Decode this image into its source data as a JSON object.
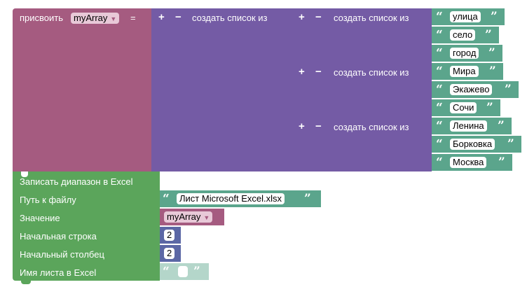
{
  "assign_block": {
    "label": "присвоить",
    "variable": "myArray",
    "equals": "="
  },
  "list_blocks": {
    "plus": "+",
    "minus": "−",
    "label": "создать список из"
  },
  "text_items": [
    "улица",
    "село",
    "город",
    "Мира",
    "Экажево",
    "Сочи",
    "Ленина",
    "Борковка",
    "Москва"
  ],
  "excel_block": {
    "title": "Записать диапазон в Excel",
    "path_label": "Путь к файлу",
    "path_value": "Лист Microsoft Excel.xlsx",
    "value_label": "Значение",
    "value_var": "myArray",
    "start_row_label": "Начальная строка",
    "start_row": "2",
    "start_col_label": "Начальный столбец",
    "start_col": "2",
    "sheet_label": "Имя листа в Excel",
    "sheet_value": ""
  },
  "icons": {
    "dropdown": "▼",
    "quote_open": "“",
    "quote_close": "”"
  },
  "colors": {
    "variable": "#a55b80",
    "list": "#745ba5",
    "text": "#5ba58c",
    "excel": "#5ba55b",
    "number": "#5b67a5"
  }
}
